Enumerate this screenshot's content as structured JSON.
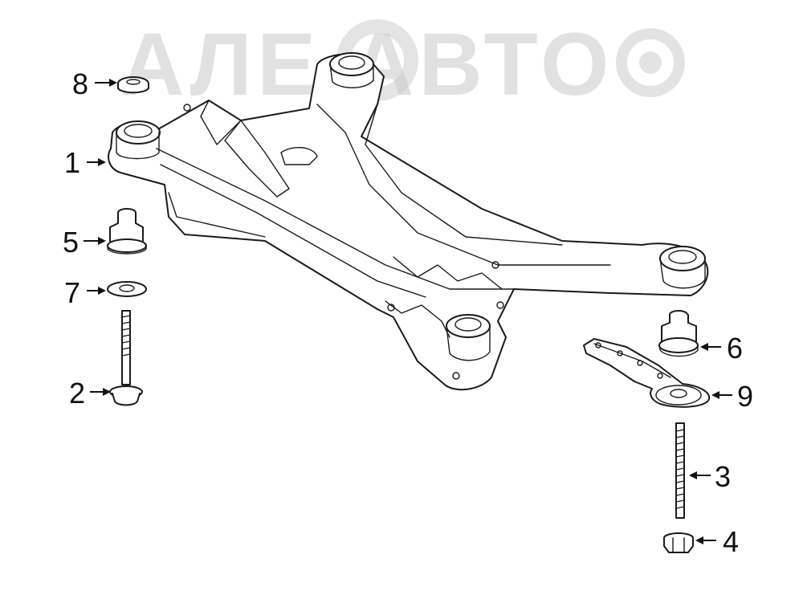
{
  "watermark": {
    "text": "АЛЕ АВТО",
    "color": "#c9c9c9"
  },
  "callouts": [
    {
      "id": "1",
      "label": "1"
    },
    {
      "id": "2",
      "label": "2"
    },
    {
      "id": "3",
      "label": "3"
    },
    {
      "id": "4",
      "label": "4"
    },
    {
      "id": "5",
      "label": "5"
    },
    {
      "id": "6",
      "label": "6"
    },
    {
      "id": "7",
      "label": "7"
    },
    {
      "id": "8",
      "label": "8"
    },
    {
      "id": "9",
      "label": "9"
    }
  ],
  "colors": {
    "line": "#1a1a1a",
    "background": "#ffffff"
  }
}
